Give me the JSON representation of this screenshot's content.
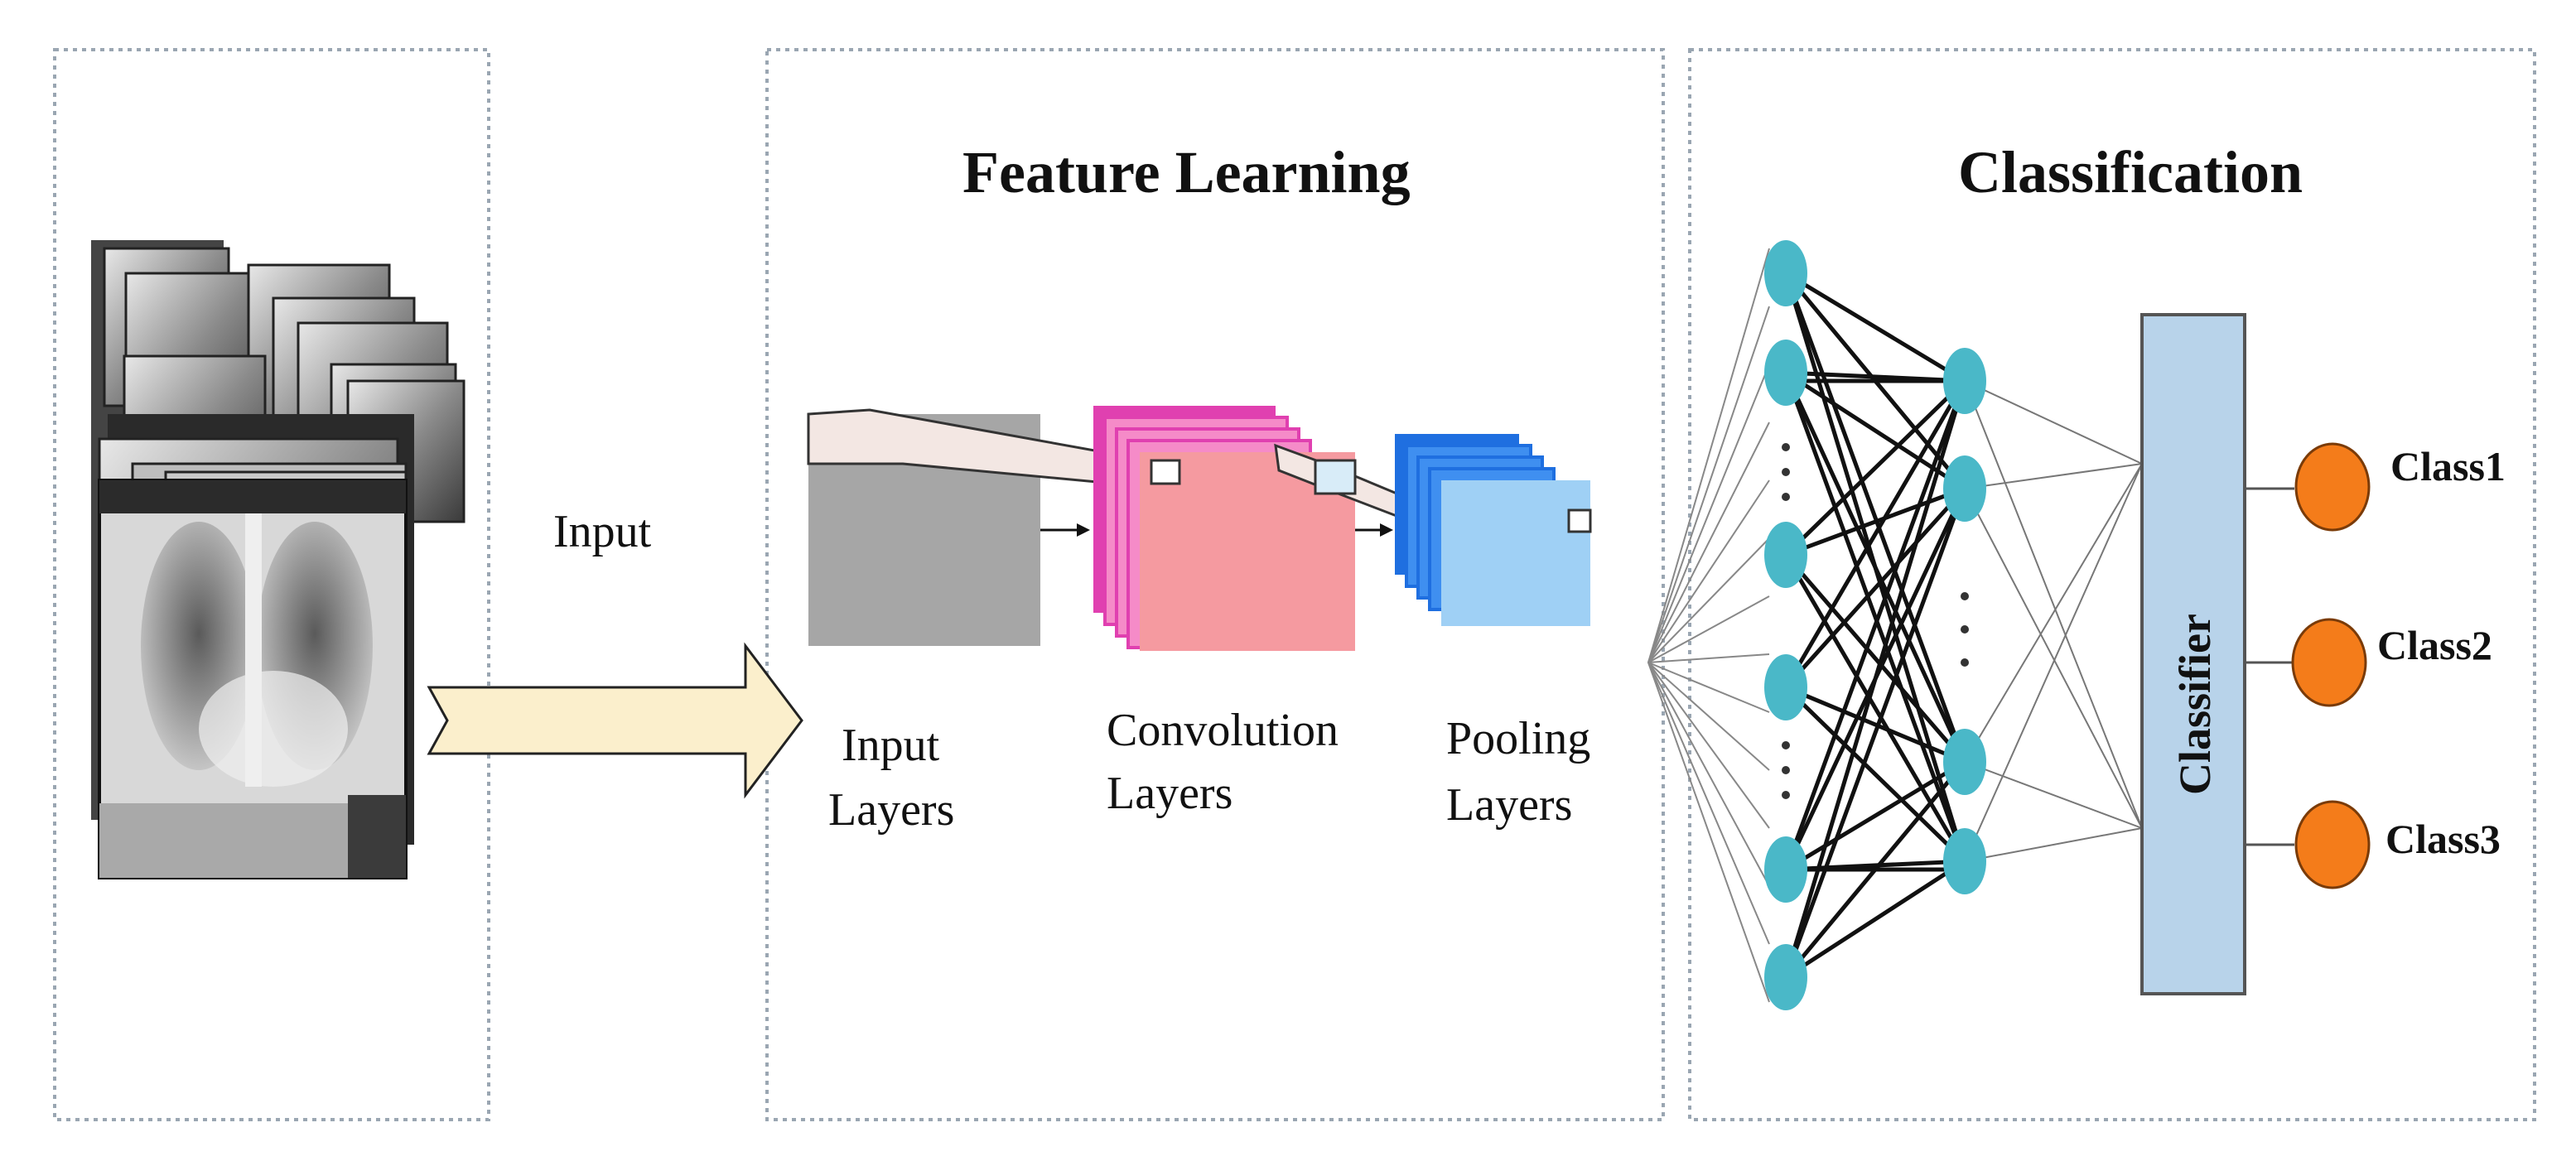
{
  "input_section": {
    "arrow_label": "Input"
  },
  "feature_learning": {
    "title": "Feature Learning",
    "layers": [
      {
        "label_line1": "Input",
        "label_line2": "Layers"
      },
      {
        "label_line1": "Convolution",
        "label_line2": "Layers"
      },
      {
        "label_line1": "Pooling",
        "label_line2": "Layers"
      }
    ]
  },
  "classification": {
    "title": "Classification",
    "classifier_label": "Classifier",
    "classes": [
      "Class1",
      "Class2",
      "Class3"
    ]
  },
  "colors": {
    "frame_border": "#9aa6b2",
    "arrow_fill": "#fbefcc",
    "input_layer": "#a6a6a6",
    "conv_front": "#f59aa0",
    "conv_edge": "#e040b0",
    "pool_front": "#9fd0f5",
    "pool_edge": "#1f6fe0",
    "neuron": "#4ab8c8",
    "classifier_fill": "#b8d3ea",
    "class_node": "#f47c1a"
  }
}
